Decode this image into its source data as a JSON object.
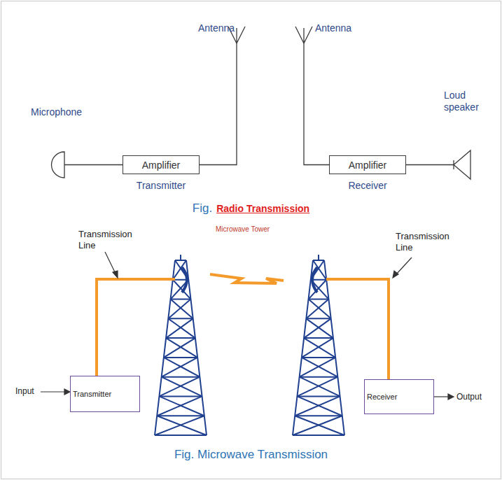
{
  "diagram": {
    "caption": "Fig. Microwave Transmission",
    "nodes": [
      {
        "text": [
          "Amplifier",
          "Transmitter"
        ]
      },
      {
        "text": [
          "Amplifier",
          "Receiver"
        ]
      },
      {
        "text": [
          "Transmitter"
        ]
      },
      {
        "text": [
          "Receiver"
        ]
      }
    ],
    "labels": [
      "Antenna",
      "Antenna",
      "Microphone",
      "Loud speaker",
      "Fig.",
      "Radio Transmission",
      "Transmission Line",
      "Microwave Tower",
      "Transmission Line",
      "Input",
      "Output"
    ]
  }
}
